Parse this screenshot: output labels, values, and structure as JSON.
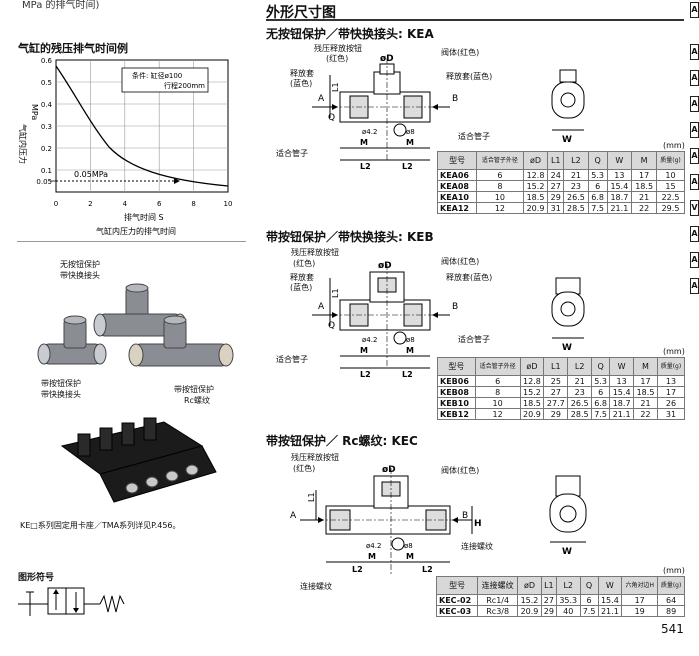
{
  "left": {
    "top_cut_text": "MPa 的排气时间)",
    "graph": {
      "title": "气缸的残压排气时间例",
      "ylabel_top": "MPa",
      "ylabel_side": "气缸内压力",
      "xlabel": "排气时间  S",
      "caption": "气缸内压力的排气时间",
      "legend_line1": "条件: 缸径ø100",
      "legend_line2": "行程200mm",
      "marker_label": "0.05MPa",
      "y_ticks": [
        "0.6",
        "0.5",
        "0.4",
        "0.3",
        "0.2",
        "0.1",
        "0.05",
        "0"
      ],
      "x_ticks": [
        "0",
        "2",
        "4",
        "6",
        "8",
        "10"
      ]
    },
    "photo_labels": {
      "kea_line1": "无按钮保护",
      "kea_line2": "带快换接头",
      "keb_line1": "带按钮保护",
      "keb_line2": "带快换接头",
      "kec_line1": "带按钮保护",
      "kec_line2": "Rc螺纹"
    },
    "bracket_note": "KE□系列固定用卡座／TMA系列详见P.456。",
    "symbol_title": "图形符号"
  },
  "right": {
    "section_title": "外形尺寸图",
    "kea": {
      "title": "无按钮保护／带快换接头: KEA",
      "labels": {
        "button": "残压释放按钮",
        "button_color": "(红色)",
        "sleeve": "释放套",
        "sleeve_color": "(蓝色)",
        "body": "阀体(红色)",
        "release": "释放套(蓝色)",
        "tube1": "适合管子",
        "tube2": "适合管子",
        "phi_d": "øD",
        "a": "A",
        "b": "B",
        "q": "Q",
        "l1": "L1",
        "l2": "L2",
        "m": "M",
        "w": "W",
        "phi42": "ø4.2",
        "phi8": "ø8"
      },
      "table": {
        "unit": "(mm)",
        "headers": [
          "型号",
          "适合管子外径",
          "øD",
          "L1",
          "L2",
          "Q",
          "W",
          "M",
          "质量(g)"
        ],
        "rows": [
          [
            "KEA06",
            "6",
            "12.8",
            "24",
            "21",
            "5.3",
            "13",
            "17",
            "10"
          ],
          [
            "KEA08",
            "8",
            "15.2",
            "27",
            "23",
            "6",
            "15.4",
            "18.5",
            "15"
          ],
          [
            "KEA10",
            "10",
            "18.5",
            "29",
            "26.5",
            "6.8",
            "18.7",
            "21",
            "22.5"
          ],
          [
            "KEA12",
            "12",
            "20.9",
            "31",
            "28.5",
            "7.5",
            "21.1",
            "22",
            "29.5"
          ]
        ]
      }
    },
    "keb": {
      "title": "带按钮保护／带快换接头: KEB",
      "labels": {
        "button": "残压释放按钮",
        "button_color": "(红色)",
        "sleeve": "释放套",
        "sleeve_color": "(蓝色)",
        "body": "阀体(红色)",
        "release": "释放套(蓝色)",
        "tube1": "适合管子",
        "tube2": "适合管子",
        "phi_d": "øD",
        "a": "A",
        "b": "B",
        "q": "Q",
        "l1": "L1",
        "l2": "L2",
        "m": "M",
        "w": "W",
        "phi42": "ø4.2",
        "phi8": "ø8"
      },
      "table": {
        "unit": "(mm)",
        "headers": [
          "型号",
          "适合管子外径",
          "øD",
          "L1",
          "L2",
          "Q",
          "W",
          "M",
          "质量(g)"
        ],
        "rows": [
          [
            "KEB06",
            "6",
            "12.8",
            "25",
            "21",
            "5.3",
            "13",
            "17",
            "13"
          ],
          [
            "KEB08",
            "8",
            "15.2",
            "27",
            "23",
            "6",
            "15.4",
            "18.5",
            "17"
          ],
          [
            "KEB10",
            "10",
            "18.5",
            "27.7",
            "26.5",
            "6.8",
            "18.7",
            "21",
            "26"
          ],
          [
            "KEB12",
            "12",
            "20.9",
            "29",
            "28.5",
            "7.5",
            "21.1",
            "22",
            "31"
          ]
        ]
      }
    },
    "kec": {
      "title": "带按钮保护／ Rc螺纹: KEC",
      "labels": {
        "button": "残压释放按钮",
        "button_color": "(红色)",
        "body": "阀体(红色)",
        "thread1": "连接螺纹",
        "thread2": "连接螺纹",
        "phi_d": "øD",
        "a": "A",
        "b": "B",
        "h": "H",
        "l1": "L1",
        "l2": "L2",
        "m": "M",
        "w": "W",
        "phi42": "ø4.2",
        "phi8": "ø8"
      },
      "table": {
        "unit": "(mm)",
        "headers": [
          "型号",
          "连接螺纹",
          "øD",
          "L1",
          "L2",
          "Q",
          "W",
          "六角对边H",
          "质量(g)"
        ],
        "rows": [
          [
            "KEC-02",
            "Rc1/4",
            "15.2",
            "27",
            "35.3",
            "6",
            "15.4",
            "17",
            "64"
          ],
          [
            "KEC-03",
            "Rc3/8",
            "20.9",
            "29",
            "40",
            "7.5",
            "21.1",
            "19",
            "89"
          ]
        ]
      }
    },
    "side_tabs": [
      "A",
      "A",
      "A",
      "A",
      "A",
      "A",
      "A",
      "V",
      "A",
      "A",
      "A"
    ],
    "page_number": "541"
  }
}
